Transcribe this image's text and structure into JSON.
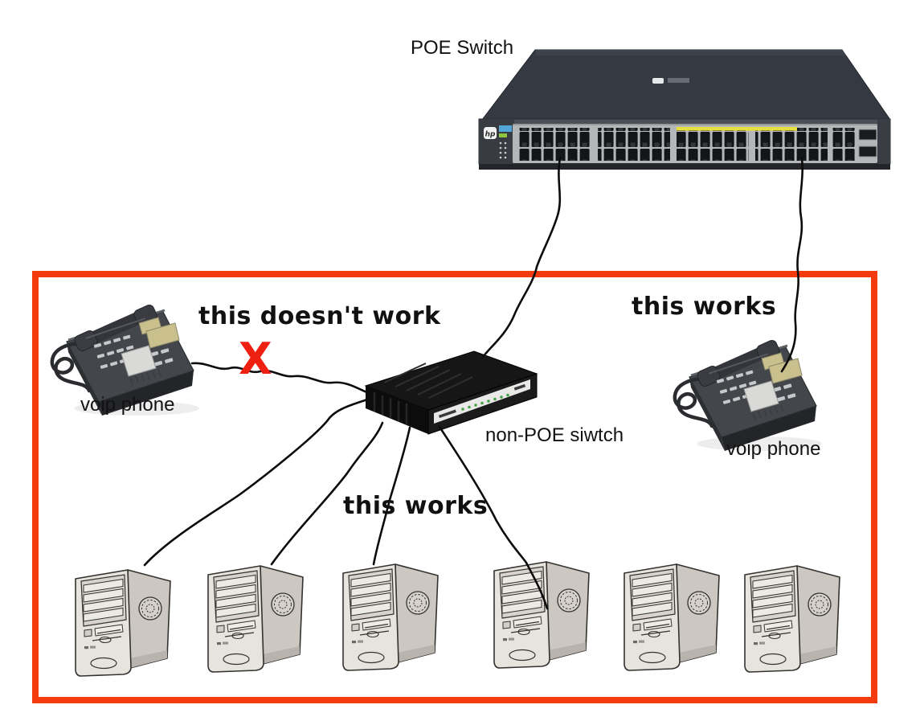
{
  "diagram": {
    "title": "POE vs non-POE switch VoIP wiring diagram",
    "labels": {
      "poe_switch": "POE Switch",
      "non_poe_switch": "non-POE siwtch",
      "voip_phone_left": "voip phone",
      "voip_phone_right": "voip phone",
      "doesnt_work": "this doesn't work",
      "works_right": "this works",
      "works_middle": "this works",
      "x_mark": "X",
      "hp_logo": "hp"
    },
    "colors": {
      "background": "#ffffff",
      "highlight_box": "#f33b0e",
      "x_mark": "#ee2012",
      "cable": "#0c0c0c",
      "poe_switch_body": "#343942",
      "poe_switch_port_panel": "#b5b6b8",
      "poe_switch_label_strip": "#e6e03c",
      "non_poe_switch_body": "#161616",
      "phone_body": "#43464b",
      "phone_display": "#c9c08e",
      "computer_front": "#e7e4de",
      "computer_side": "#ccc8c1"
    },
    "nodes": [
      {
        "id": "poe-switch",
        "type": "rack-switch",
        "label": "POE Switch",
        "inside_highlight_box": false
      },
      {
        "id": "non-poe-switch",
        "type": "desktop-switch",
        "label": "non-POE siwtch",
        "inside_highlight_box": true
      },
      {
        "id": "voip-phone-left",
        "type": "voip-phone",
        "label": "voip phone",
        "annotation": "this doesn't work",
        "inside_highlight_box": true
      },
      {
        "id": "voip-phone-right",
        "type": "voip-phone",
        "label": "voip phone",
        "annotation": "this works",
        "inside_highlight_box": true
      },
      {
        "id": "computer-1",
        "type": "desktop-pc",
        "inside_highlight_box": true
      },
      {
        "id": "computer-2",
        "type": "desktop-pc",
        "inside_highlight_box": true
      },
      {
        "id": "computer-3",
        "type": "desktop-pc",
        "annotation": "this works",
        "inside_highlight_box": true
      },
      {
        "id": "computer-4",
        "type": "desktop-pc",
        "inside_highlight_box": true
      },
      {
        "id": "computer-5",
        "type": "desktop-pc",
        "connected": false,
        "inside_highlight_box": true
      },
      {
        "id": "computer-6",
        "type": "desktop-pc",
        "connected": false,
        "inside_highlight_box": true
      }
    ],
    "connections": [
      {
        "from": "poe-switch",
        "to": "non-poe-switch",
        "status": "ok"
      },
      {
        "from": "poe-switch",
        "to": "voip-phone-right",
        "status": "works",
        "annotation": "this works"
      },
      {
        "from": "non-poe-switch",
        "to": "voip-phone-left",
        "status": "blocked",
        "annotation": "this doesn't work",
        "marked_with": "X"
      },
      {
        "from": "non-poe-switch",
        "to": "computer-1",
        "status": "ok"
      },
      {
        "from": "non-poe-switch",
        "to": "computer-2",
        "status": "ok"
      },
      {
        "from": "non-poe-switch",
        "to": "computer-3",
        "status": "works",
        "annotation": "this works"
      },
      {
        "from": "non-poe-switch",
        "to": "computer-4",
        "status": "ok"
      }
    ]
  }
}
